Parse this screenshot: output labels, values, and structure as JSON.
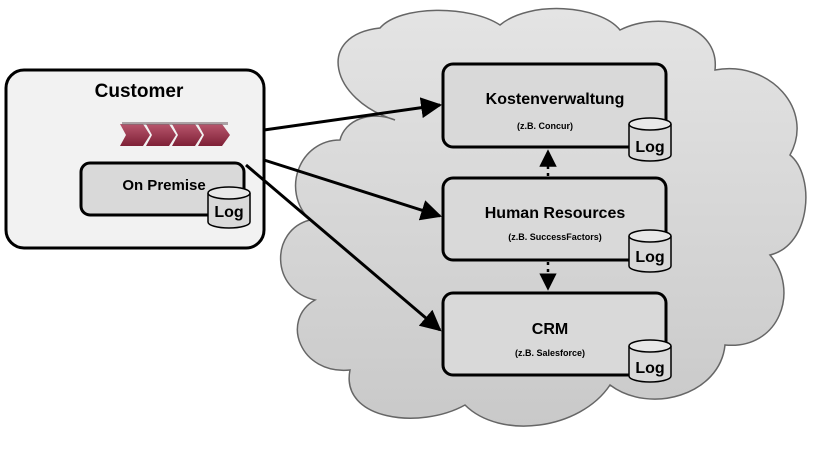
{
  "customer": {
    "title": "Customer",
    "on_premise": {
      "label": "On Premise",
      "log": "Log"
    }
  },
  "services": [
    {
      "title": "Kostenverwaltung",
      "subtitle": "(z.B. Concur)",
      "log": "Log"
    },
    {
      "title": "Human Resources",
      "subtitle": "(z.B. SuccessFactors)",
      "log": "Log"
    },
    {
      "title": "CRM",
      "subtitle": "(z.B. Salesforce)",
      "log": "Log"
    }
  ],
  "colors": {
    "customer_fill": "#f2f2f2",
    "box_fill": "#d9d9d9",
    "cloud_fill": "#d6d6d6",
    "process_banner": "#9b2d48",
    "stroke": "#000000"
  }
}
